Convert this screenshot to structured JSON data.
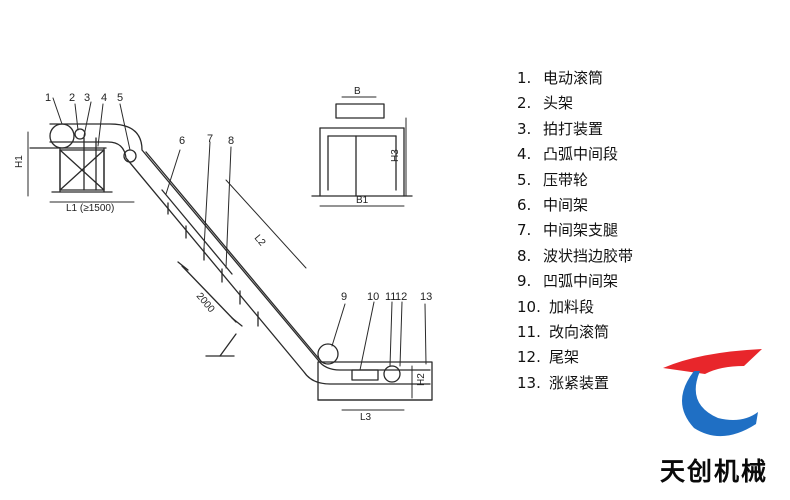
{
  "title": "波状挡边胶带输送机结构图",
  "dimensions": {
    "h1": "H1",
    "l1": "L1 (≥1500)",
    "l2": "L2",
    "l3": "L3",
    "h2": "H2",
    "h3": "H3",
    "b": "B",
    "b1": "B1",
    "support_spacing": "2000"
  },
  "callouts": [
    "1",
    "2",
    "3",
    "4",
    "5",
    "6",
    "7",
    "8",
    "9",
    "10",
    "11",
    "12",
    "13"
  ],
  "legend": [
    {
      "num": "1.",
      "text": "电动滚筒"
    },
    {
      "num": "2.",
      "text": "头架"
    },
    {
      "num": "3.",
      "text": "拍打装置"
    },
    {
      "num": "4.",
      "text": "凸弧中间段"
    },
    {
      "num": "5.",
      "text": "压带轮"
    },
    {
      "num": "6.",
      "text": "中间架"
    },
    {
      "num": "7.",
      "text": "中间架支腿"
    },
    {
      "num": "8.",
      "text": "波状挡边胶带"
    },
    {
      "num": "9.",
      "text": "凹弧中间架"
    },
    {
      "num": "10.",
      "text": "加料段"
    },
    {
      "num": "11.",
      "text": "改向滚筒"
    },
    {
      "num": "12.",
      "text": "尾架"
    },
    {
      "num": "13.",
      "text": "涨紧装置"
    }
  ],
  "brand": {
    "name": "天创机械",
    "colors": {
      "red": "#e8262b",
      "blue": "#1f6fc4"
    }
  }
}
